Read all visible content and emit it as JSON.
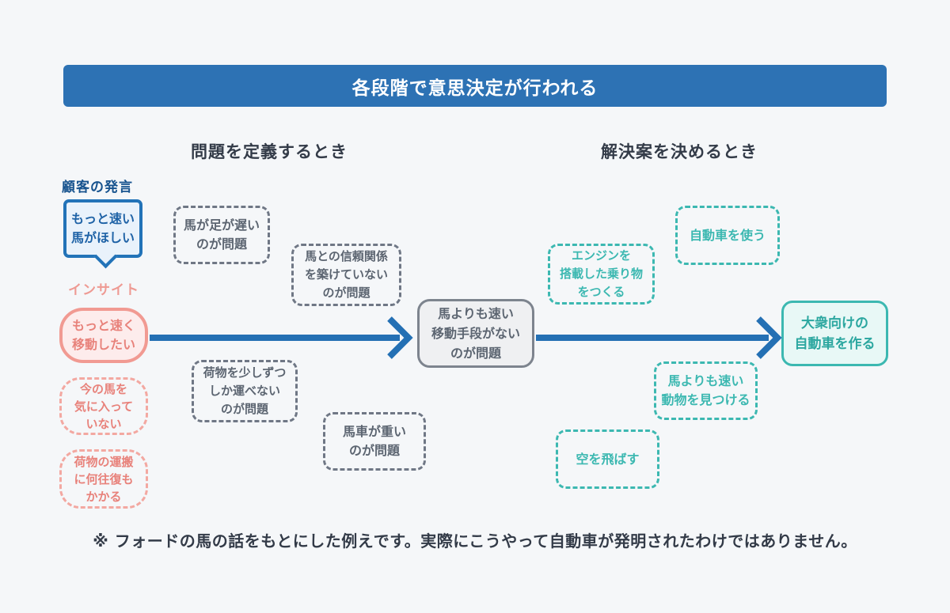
{
  "title": "各段階で意思決定が行われる",
  "columns": {
    "left": "問題を定義するとき",
    "right": "解決案を決めるとき"
  },
  "labels": {
    "customer": "顧客の発言",
    "insight": "インサイト"
  },
  "nodes": {
    "customer_statement": {
      "text": "もっと速い\n馬がほしい"
    },
    "insight_main": {
      "text": "もっと速く\n移動したい"
    },
    "insight_2": {
      "text": "今の馬を\n気に入って\nいない"
    },
    "insight_3": {
      "text": "荷物の運搬\nに何往復も\nかかる"
    },
    "problem_slow_legs": {
      "text": "馬が足が遅い\nのが問題"
    },
    "problem_trust": {
      "text": "馬との信頼関係\nを築けていない\nのが問題"
    },
    "problem_cargo": {
      "text": "荷物を少しずつ\nしか運べない\nのが問題"
    },
    "problem_heavy_cart": {
      "text": "馬車が重い\nのが問題"
    },
    "problem_chosen": {
      "text": "馬よりも速い\n移動手段がない\nのが問題"
    },
    "solution_engine": {
      "text": "エンジンを\n搭載した乗り物\nをつくる"
    },
    "solution_car": {
      "text": "自動車を使う"
    },
    "solution_animal": {
      "text": "馬よりも速い\n動物を見つける"
    },
    "solution_fly": {
      "text": "空を飛ばす"
    },
    "solution_chosen": {
      "text": "大衆向けの\n自動車を作る"
    }
  },
  "footnote": "※ フォードの馬の話をもとにした例えです。実際にこうやって自動車が発明されたわけではありません。",
  "colors": {
    "primary_blue": "#2d72b4",
    "bubble_fill": "#e9f2fb",
    "accent_pink": "#f19a92",
    "pink_fill": "#fdecec",
    "neutral_gray": "#6f7785",
    "gray_fill": "#eff0f2",
    "accent_teal": "#3cb8b1",
    "teal_fill": "#e8f8f6",
    "heading_text": "#333b48",
    "background": "#f5f7f9"
  }
}
